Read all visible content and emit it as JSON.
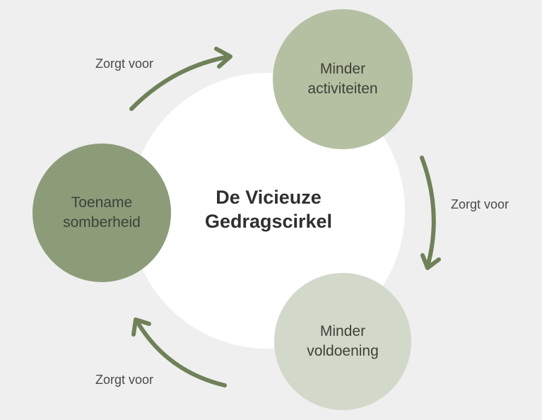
{
  "diagram": {
    "title_line1": "De Vicieuze",
    "title_line2": "Gedragscirkel",
    "nodes": [
      {
        "line1": "Minder",
        "line2": "activiteiten",
        "color": "#b5c0a2"
      },
      {
        "line1": "Minder",
        "line2": "voldoening",
        "color": "#d3d9ca"
      },
      {
        "line1": "Toename",
        "line2": "somberheid",
        "color": "#8c9c79"
      }
    ],
    "edges": [
      {
        "from": "Toename somberheid",
        "to": "Minder activiteiten",
        "label": "Zorgt voor"
      },
      {
        "from": "Minder activiteiten",
        "to": "Minder voldoening",
        "label": "Zorgt voor"
      },
      {
        "from": "Minder voldoening",
        "to": "Toename somberheid",
        "label": "Zorgt voor"
      }
    ],
    "arrow_color": "#6f8158",
    "background_color": "#efefef"
  }
}
